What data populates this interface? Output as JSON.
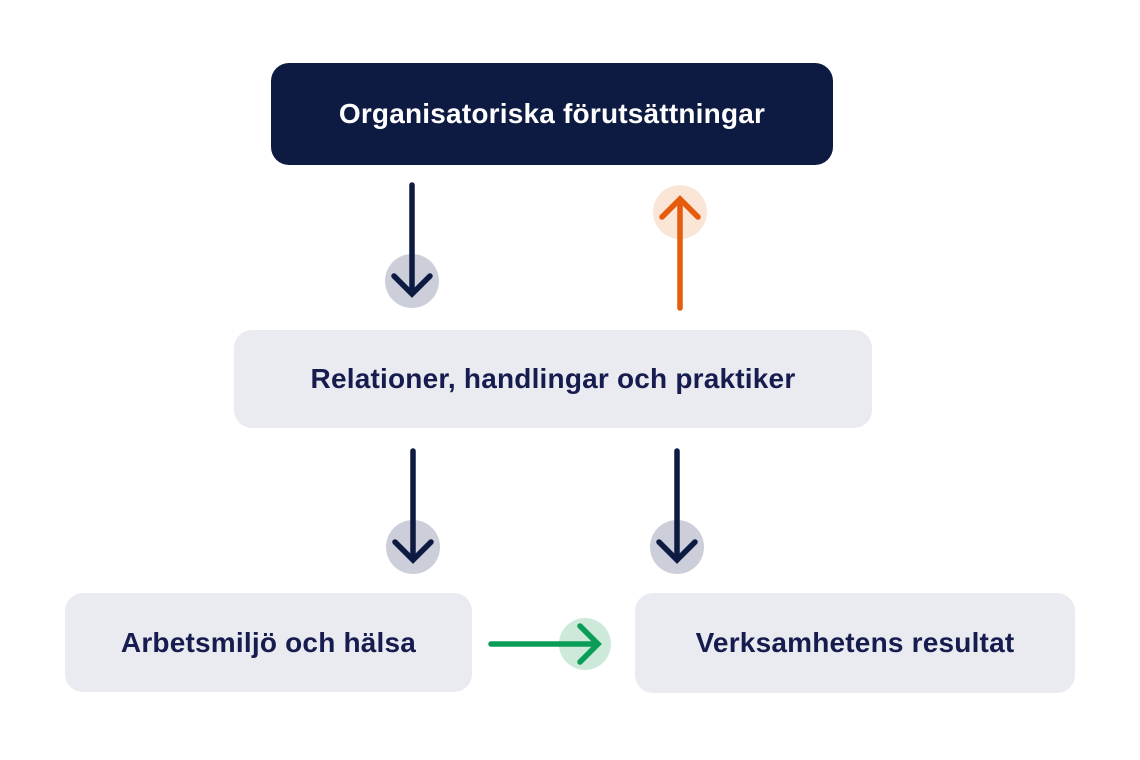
{
  "diagram": {
    "title": "Organisational conditions flowchart (Swedish)",
    "nodes": {
      "top": {
        "label": "Organisatoriska förutsättningar",
        "style": "dark"
      },
      "middle": {
        "label": "Relationer, handlingar och praktiker",
        "style": "light"
      },
      "bottom_left": {
        "label": "Arbetsmiljö och hälsa",
        "style": "light"
      },
      "bottom_right": {
        "label": "Verksamhetens resultat",
        "style": "light"
      }
    },
    "edges": [
      {
        "from": "top",
        "to": "middle",
        "direction": "down",
        "color": "#0d1a41"
      },
      {
        "from": "middle",
        "to": "top",
        "direction": "up",
        "color": "#e55c0e"
      },
      {
        "from": "middle",
        "to": "bottom_left",
        "direction": "down",
        "color": "#0d1a41"
      },
      {
        "from": "middle",
        "to": "bottom_right",
        "direction": "down",
        "color": "#0d1a41"
      },
      {
        "from": "bottom_left",
        "to": "bottom_right",
        "direction": "right",
        "color": "#0a9d58"
      }
    ],
    "colors": {
      "background": "#ffffff",
      "navy": "#0d1a41",
      "navy_text": "#171c4e",
      "top_text": "#ffffff",
      "box_gray": "#e9ebf1",
      "circle_gray": "#cccfd9",
      "orange": "#e55c0e",
      "orange_circle": "#fbe5d6",
      "green": "#0a9d58",
      "green_circle": "#cde9da"
    }
  }
}
